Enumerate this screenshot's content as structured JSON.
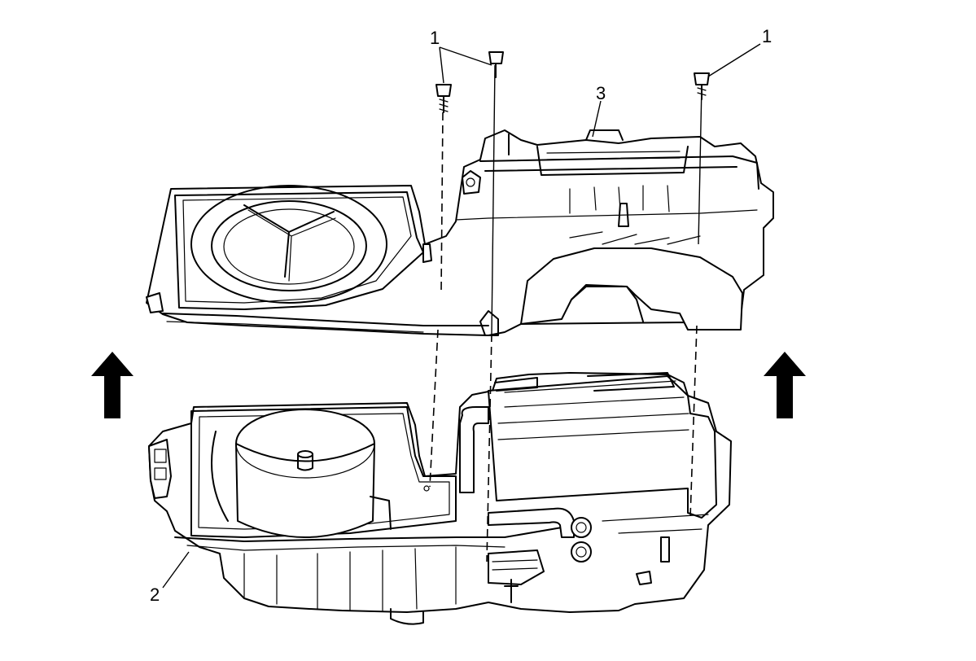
{
  "callouts": {
    "fastener_label_a": "1",
    "fastener_label_b": "1",
    "lower_case_label": "2",
    "upper_case_label": "3"
  }
}
